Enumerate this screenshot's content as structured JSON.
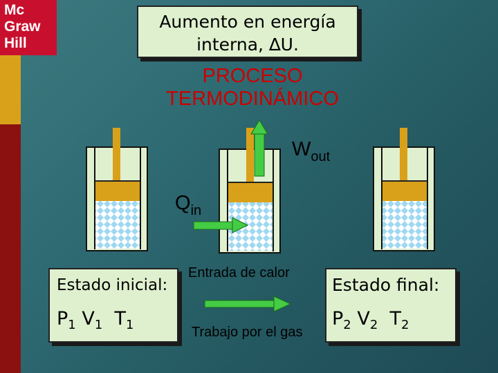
{
  "logo": {
    "lines": [
      "Mc",
      "Graw",
      "Hill"
    ]
  },
  "title": {
    "line1": "Aumento en energía",
    "line2": "interna, ∆U."
  },
  "process": {
    "line1": "PROCESO",
    "line2": "TERMODINÁMICO"
  },
  "work_label": {
    "main": "W",
    "sub": "out"
  },
  "heat_label": {
    "main": "Q",
    "sub": "in"
  },
  "initial_state": {
    "label": "Estado inicial:",
    "p": "P",
    "v": "V",
    "t": "T",
    "index": "1"
  },
  "final_state": {
    "label": "Estado final:",
    "p": "P",
    "v": "V",
    "t": "T",
    "index": "2"
  },
  "legend": {
    "heat": "Entrada de calor",
    "work": "Trabajo por el gas"
  },
  "colors": {
    "arrow": "#44cc44",
    "piston": "#d9a11a",
    "cylinder_fill": "#dff0cf",
    "gas": "#9fd8f0",
    "process_text": "#cc0000"
  }
}
